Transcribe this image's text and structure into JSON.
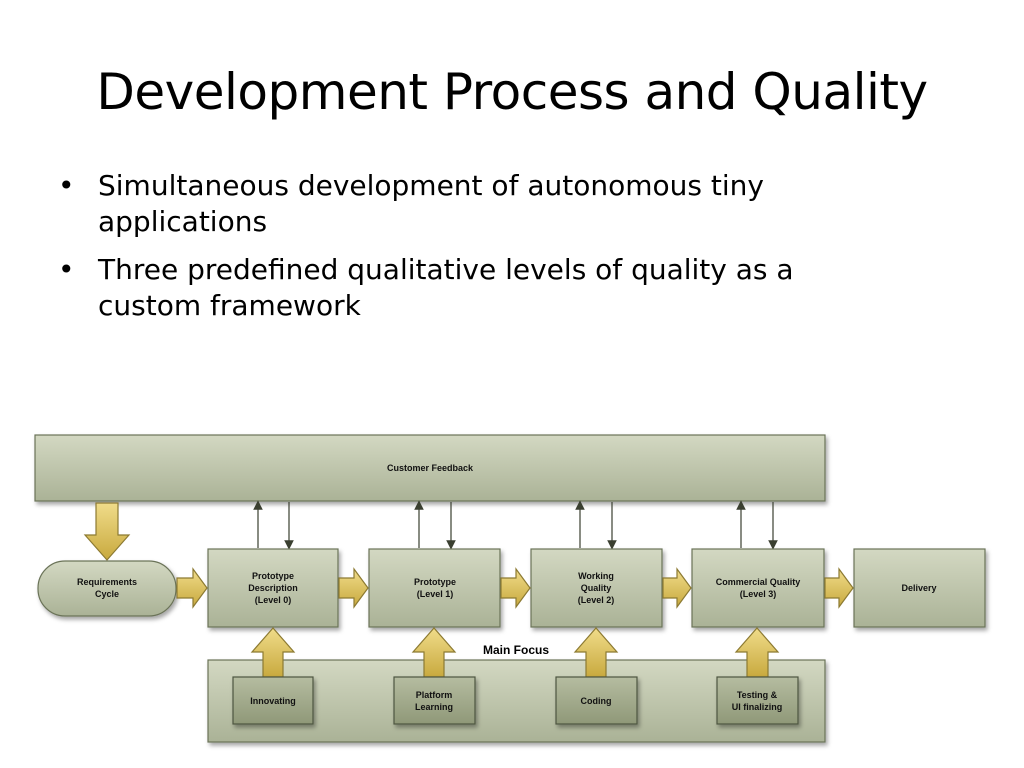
{
  "slide": {
    "title": "Development Process and Quality",
    "bullets": [
      {
        "line1": "Simultaneous development of autonomous tiny",
        "line2": "applications"
      },
      {
        "line1": "Three predefined qualitative levels of quality as a",
        "line2": "custom framework"
      }
    ],
    "bullet_glyph": "•"
  },
  "diagram": {
    "feedback_label": "Customer Feedback",
    "requirements": {
      "line1": "Requirements",
      "line2": "Cycle"
    },
    "stages": [
      {
        "line1": "Prototype",
        "line2": "Description",
        "line3": "(Level 0)"
      },
      {
        "line1": "Prototype",
        "line2": "(Level 1)",
        "line3": ""
      },
      {
        "line1": "Working",
        "line2": "Quality",
        "line3": "(Level 2)"
      },
      {
        "line1": "Commercial Quality",
        "line2": "(Level 3)",
        "line3": ""
      }
    ],
    "delivery_label": "Delivery",
    "main_focus_label": "Main Focus",
    "focus_items": [
      {
        "line1": "Innovating",
        "line2": ""
      },
      {
        "line1": "Platform",
        "line2": "Learning"
      },
      {
        "line1": "Coding",
        "line2": ""
      },
      {
        "line1": "Testing &",
        "line2": "UI finalizing"
      }
    ],
    "colors": {
      "box_fill": "#c3c9b1",
      "box_stroke": "#6b7358",
      "inner_box_fill": "#a3ab8e",
      "arrow_fill": "#e2c86a",
      "arrow_stroke": "#8c7a32"
    }
  }
}
